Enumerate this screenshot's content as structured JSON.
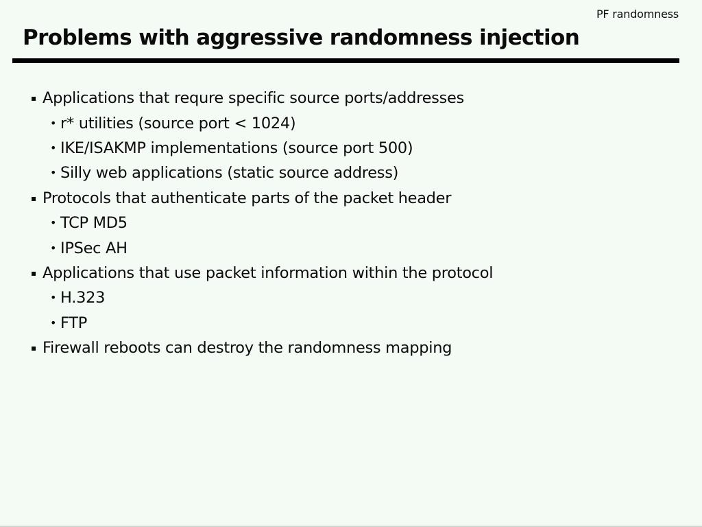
{
  "slide": {
    "corner_tag": "PF randomness",
    "title": "Problems with aggressive randomness injection"
  },
  "bullets": [
    {
      "text": "Applications that requre specific source ports/addresses",
      "children": [
        "r* utilities (source port < 1024)",
        "IKE/ISAKMP implementations (source port 500)",
        "Silly web applications (static source address)"
      ]
    },
    {
      "text": "Protocols that authenticate parts of the packet header",
      "children": [
        "TCP MD5",
        "IPSec AH"
      ]
    },
    {
      "text": "Applications that use packet information within the protocol",
      "children": [
        "H.323",
        "FTP"
      ]
    },
    {
      "text": "Firewall reboots can destroy the randomness mapping",
      "children": []
    }
  ],
  "icons": {
    "level1_bullet": "▪",
    "level2_bullet": "•"
  },
  "colors": {
    "background": "#f4faf4",
    "text": "#0b0b0b",
    "title_rule": "#000000",
    "bottom_edge": "#cfd4cf"
  }
}
